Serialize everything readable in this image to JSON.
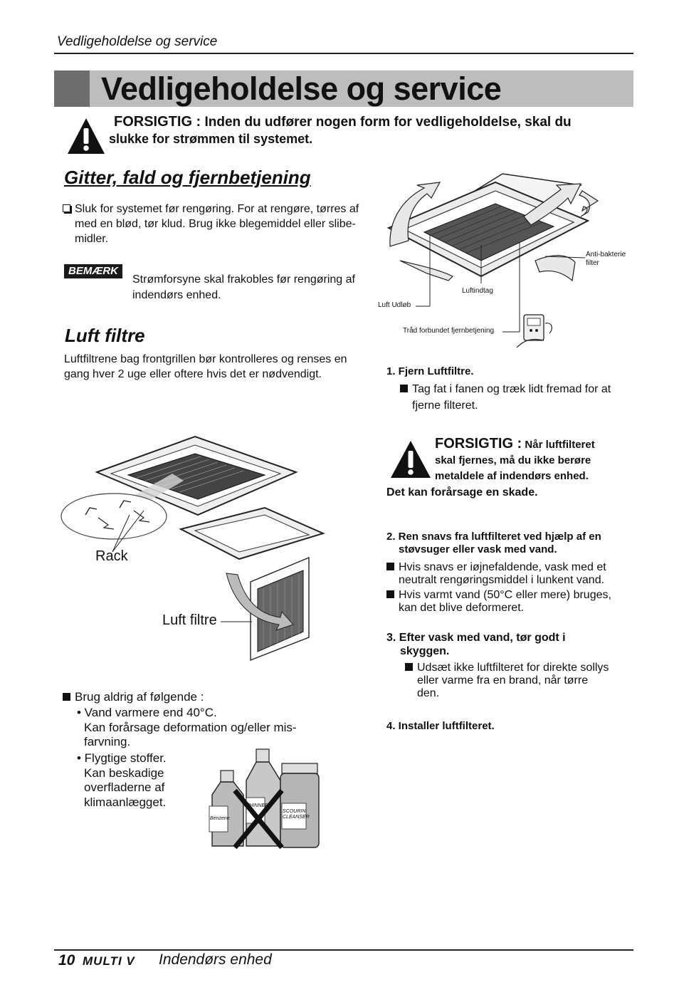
{
  "header": {
    "running_title": "Vedligeholdelse og service"
  },
  "page_title": "Vedligeholdelse og service",
  "caution_top": {
    "label": "FORSIGTIG :",
    "text_line1": "Inden du udfører nogen form for vedligeholdelse, skal du",
    "text_line2": "slukke for strømmen til systemet."
  },
  "section_grille": {
    "heading": "Gitter, fald og fjernbetjening",
    "bullet_line1": "Sluk for systemet før rengøring. For at rengøre, tørres af",
    "bullet_line2": "med en blød, tør klud. Brug ikke blegemiddel eller slibe-",
    "bullet_line3": "midler.",
    "note_badge": "BEMÆRK",
    "note_line1": "Strømforsyne skal frakobles før rengøring af",
    "note_line2": "indendørs enhed."
  },
  "section_filters": {
    "heading": "Luft filtre",
    "text_line1": "Luftfiltrene bag frontgrillen bør kontrolleres og renses en",
    "text_line2": "gang hver 2 uge eller oftere hvis det er nødvendigt."
  },
  "diagram_unit": {
    "label_filter": "Anti-bakterie",
    "label_filter2": "filter",
    "label_intake": "Luftindtag",
    "label_outlet": "Luft Udløb",
    "label_remote": "Tråd forbundet fjernbetjening"
  },
  "diagram_filter": {
    "label_rack": "Rack",
    "label_filters": "Luft filtre"
  },
  "steps": {
    "s1_title": "1. Fjern Luftfiltre.",
    "s1_item_line1": "Tag fat i fanen og træk lidt fremad for at",
    "s1_item_line2": "fjerne filteret.",
    "caution2_label": "FORSIGTIG :",
    "caution2_line1": "Når luftfilteret",
    "caution2_line2": "skal fjernes, må du ikke berøre",
    "caution2_line3": "metaldele af indendørs enhed.",
    "caution2_line4": "Det kan forårsage en skade.",
    "s2_title_line1": "2. Ren snavs fra luftfilteret ved hjælp af en",
    "s2_title_line2": "støvsuger eller vask med vand.",
    "s2_item1_line1": "Hvis snavs er iøjnefaldende, vask med et",
    "s2_item1_line2": "neutralt rengøringsmiddel i lunkent vand.",
    "s2_item2_line1": "Hvis varmt vand (50°C eller mere) bruges,",
    "s2_item2_line2": "kan det blive deformeret.",
    "s3_title_line1": "3. Efter vask med vand, tør godt i",
    "s3_title_line2": "skyggen.",
    "s3_item_line1": "Udsæt ikke luftfilteret for direkte sollys",
    "s3_item_line2": "eller varme fra en brand, når tørre",
    "s3_item_line3": "den.",
    "s4_title": "4. Installer luftfilteret."
  },
  "never_use": {
    "title": "Brug aldrig af følgende :",
    "i1_line1": "• Vand varmere end 40°C.",
    "i1_line2": "Kan forårsage deformation og/eller mis-",
    "i1_line3": "farvning.",
    "i2_line1": "• Flygtige stoffer.",
    "i2_line2": "Kan beskadige",
    "i2_line3": "overfladerne af",
    "i2_line4": "klimaanlægget.",
    "bottle1": "Benzene",
    "bottle2": "THINNER",
    "bottle3_line1": "SCOURIN",
    "bottle3_line2": "CLEANSER"
  },
  "footer": {
    "page_number": "10",
    "brand": "MULTI V",
    "text": "Indendørs enhed"
  }
}
